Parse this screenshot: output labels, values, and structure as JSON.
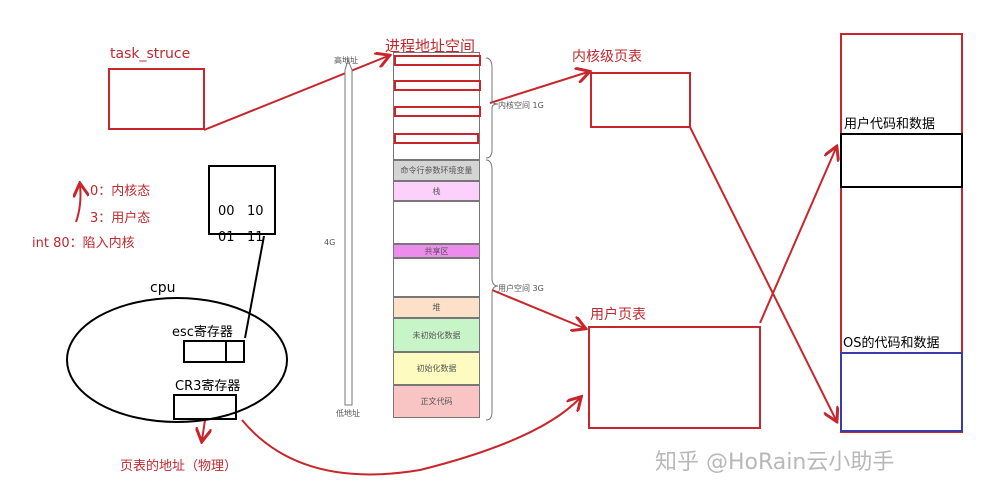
{
  "task_struct": {
    "label": "task_struce"
  },
  "modes": {
    "kernel": "0：内核态",
    "user": "3：用户态",
    "int80": "int 80：陷入内核"
  },
  "bits": {
    "row1": "00   10",
    "row2": "01   11"
  },
  "cpu": {
    "label": "cpu",
    "esc": "esc寄存器",
    "cr3": "CR3寄存器",
    "pt_addr": "页表的地址（物理）"
  },
  "address_space": {
    "title": "进程地址空间",
    "high": "高地址",
    "low": "低地址",
    "size": "4G",
    "kernel_space": "内核空间 1G",
    "user_space": "用户空间 3G",
    "segments": [
      "命令行参数环境变量",
      "栈",
      "共享区",
      "堆",
      "未初始化数据",
      "初始化数据",
      "正文代码"
    ]
  },
  "kernel_pt": {
    "label": "内核级页表"
  },
  "user_pt": {
    "label": "用户页表"
  },
  "memory": {
    "user_code": "用户代码和数据",
    "os_code": "OS的代码和数据"
  },
  "watermark": "知乎 @HoRain云小助手",
  "colors": {
    "red": "#c8262c",
    "blue": "#3a3aa8"
  }
}
